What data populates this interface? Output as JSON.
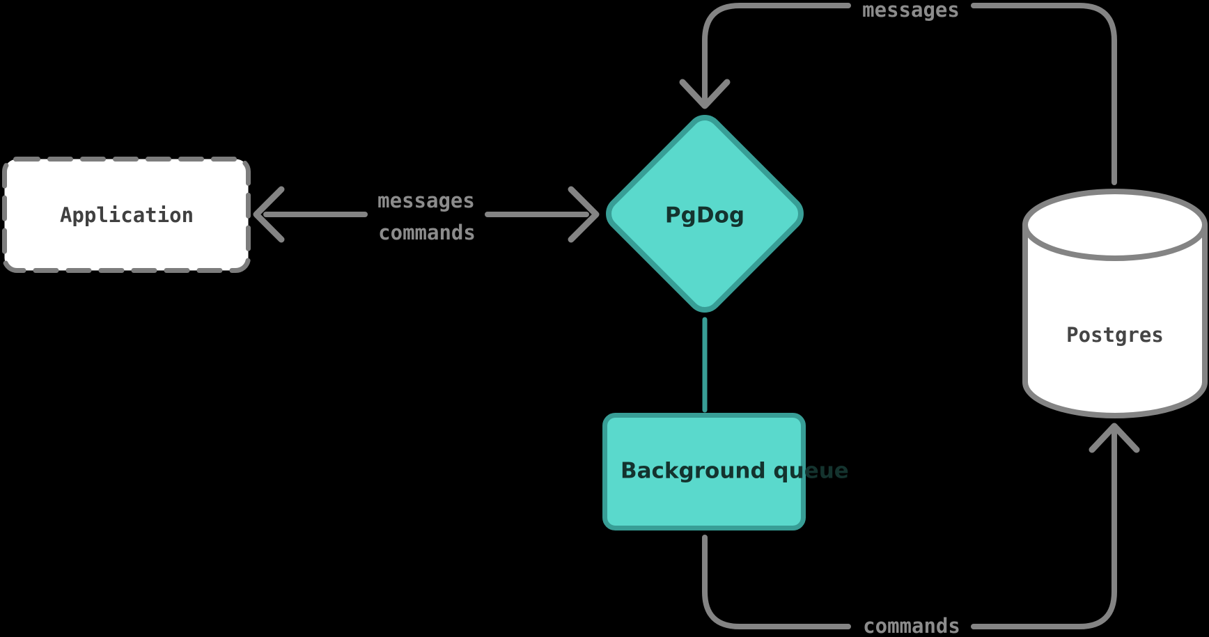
{
  "diagram": {
    "background_color": "#000000",
    "colors": {
      "line_gray": "#848484",
      "label_gray": "#8c8c8c",
      "dashed_border_gray": "#7d7d7d",
      "teal_fill": "#5ad9cc",
      "teal_border": "#389e96",
      "dark_node_text": "#14332e",
      "mono_node_text": "#404040",
      "node_fill_white": "#ffffff"
    },
    "nodes": {
      "application": {
        "label": "Application",
        "shape": "dashed-rectangle"
      },
      "pgdog": {
        "label": "PgDog",
        "shape": "diamond"
      },
      "background_queue": {
        "label": "Background queue",
        "shape": "rectangle"
      },
      "postgres": {
        "label": "Postgres",
        "shape": "cylinder"
      }
    },
    "edges": {
      "postgres_to_pgdog": {
        "label": "messages",
        "from": "postgres",
        "to": "pgdog",
        "direction": "arrow-down-into-pgdog"
      },
      "application_pgdog": {
        "label_top": "messages",
        "label_bottom": "commands",
        "from": "application",
        "to": "pgdog",
        "direction": "double-headed"
      },
      "pgdog_to_queue": {
        "label": "",
        "from": "pgdog",
        "to": "background_queue",
        "direction": "plain-teal-connector"
      },
      "queue_to_postgres": {
        "label": "commands",
        "from": "background_queue",
        "to": "postgres",
        "direction": "arrow-up-into-postgres"
      }
    }
  }
}
